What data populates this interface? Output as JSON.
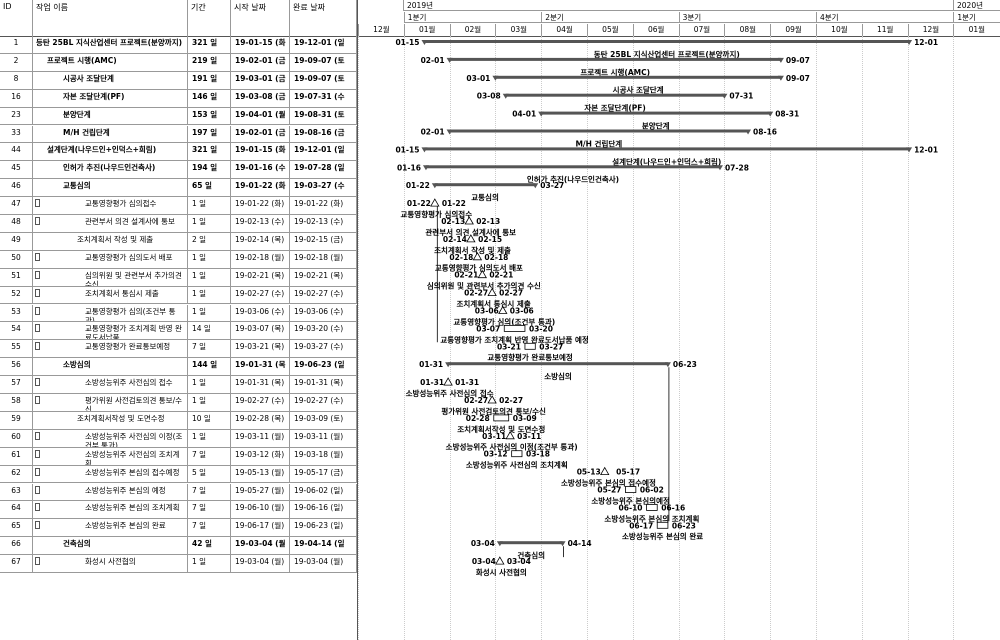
{
  "header": {
    "col_id": "ID",
    "col_name": "작업 이름",
    "col_duration": "기간",
    "col_start": "시작 날짜",
    "col_end": "완료 날짜"
  },
  "timescale": {
    "years": [
      "2019년",
      "2020년"
    ],
    "quarters": [
      "1분기",
      "2분기",
      "3분기",
      "4분기",
      "1분기"
    ],
    "months": [
      "12월",
      "01월",
      "02월",
      "03월",
      "04월",
      "05월",
      "06월",
      "07월",
      "08월",
      "09월",
      "10월",
      "11월",
      "12월",
      "01월"
    ]
  },
  "rows": [
    {
      "id": "1",
      "name": "등탄 25BL 지식산업센터 프로젝트(분양까지)",
      "dur": "321 일",
      "start": "19-01-15 (화",
      "end": "19-12-01 (일",
      "bold": true,
      "indent": 0,
      "note": false,
      "bar": {
        "type": "summary",
        "s": "2019-01-15",
        "e": "2019-12-01",
        "ls": "01-15",
        "le": "12-01",
        "label": "동탄 25BL 지식산업센터 프로젝트(분양까지)"
      }
    },
    {
      "id": "2",
      "name": "프로젝트 시행(AMC)",
      "dur": "219 일",
      "start": "19-02-01 (금",
      "end": "19-09-07 (토",
      "bold": true,
      "indent": 1,
      "note": false,
      "bar": {
        "type": "summary",
        "s": "2019-02-01",
        "e": "2019-09-07",
        "ls": "02-01",
        "le": "09-07",
        "label": "프로젝트 시행(AMC)"
      }
    },
    {
      "id": "8",
      "name": "시공사 조달단계",
      "dur": "191 일",
      "start": "19-03-01 (금",
      "end": "19-09-07 (토",
      "bold": true,
      "indent": 2,
      "note": false,
      "bar": {
        "type": "summary",
        "s": "2019-03-01",
        "e": "2019-09-07",
        "ls": "03-01",
        "le": "09-07",
        "label": "시공사 조달단계"
      }
    },
    {
      "id": "16",
      "name": "자본 조달단계(PF)",
      "dur": "146 일",
      "start": "19-03-08 (금",
      "end": "19-07-31 (수",
      "bold": true,
      "indent": 2,
      "note": false,
      "bar": {
        "type": "summary",
        "s": "2019-03-08",
        "e": "2019-07-31",
        "ls": "03-08",
        "le": "07-31",
        "label": "자본 조달단계(PF)"
      }
    },
    {
      "id": "23",
      "name": "분양단계",
      "dur": "153 일",
      "start": "19-04-01 (월",
      "end": "19-08-31 (토",
      "bold": true,
      "indent": 2,
      "note": false,
      "bar": {
        "type": "summary",
        "s": "2019-04-01",
        "e": "2019-08-31",
        "ls": "04-01",
        "le": "08-31",
        "label": "분양단계"
      }
    },
    {
      "id": "33",
      "name": "M/H 건립단계",
      "dur": "197 일",
      "start": "19-02-01 (금",
      "end": "19-08-16 (금",
      "bold": true,
      "indent": 2,
      "note": false,
      "bar": {
        "type": "summary",
        "s": "2019-02-01",
        "e": "2019-08-16",
        "ls": "02-01",
        "le": "08-16",
        "label": "M/H 건립단계"
      }
    },
    {
      "id": "44",
      "name": "설계단계(나우드인+인덕스+희림)",
      "dur": "321 일",
      "start": "19-01-15 (화",
      "end": "19-12-01 (일",
      "bold": true,
      "indent": 1,
      "note": false,
      "bar": {
        "type": "summary",
        "s": "2019-01-15",
        "e": "2019-12-01",
        "ls": "01-15",
        "le": "12-01",
        "label": "설계단계(나우드인+인덕스+희림)"
      }
    },
    {
      "id": "45",
      "name": "인허가 추진(나우드인건축사)",
      "dur": "194 일",
      "start": "19-01-16 (수",
      "end": "19-07-28 (일",
      "bold": true,
      "indent": 2,
      "note": false,
      "bar": {
        "type": "summary",
        "s": "2019-01-16",
        "e": "2019-07-28",
        "ls": "01-16",
        "le": "07-28",
        "label": "인허가 추진(나우드인건축사)"
      }
    },
    {
      "id": "46",
      "name": "교통심의",
      "dur": "65 일",
      "start": "19-01-22 (화",
      "end": "19-03-27 (수",
      "bold": true,
      "indent": 3,
      "note": false,
      "bar": {
        "type": "summary",
        "s": "2019-01-22",
        "e": "2019-03-27",
        "ls": "01-22",
        "le": "03-27",
        "label": "교통심의"
      }
    },
    {
      "id": "47",
      "name": "교통영향평가 심의접수",
      "dur": "1 일",
      "start": "19-01-22 (화)",
      "end": "19-01-22 (화)",
      "bold": false,
      "indent": 4,
      "note": true,
      "bar": {
        "type": "task",
        "s": "2019-01-22",
        "e": "2019-01-22",
        "ls": "01-22",
        "le": "01-22",
        "label": "교통영향평가 심의접수"
      }
    },
    {
      "id": "48",
      "name": "관련부서 의견 설계사에 통보",
      "dur": "1 일",
      "start": "19-02-13 (수)",
      "end": "19-02-13 (수)",
      "bold": false,
      "indent": 4,
      "note": true,
      "bar": {
        "type": "task",
        "s": "2019-02-13",
        "e": "2019-02-13",
        "ls": "02-13",
        "le": "02-13",
        "label": "관련부서 의견 설계사에 통보"
      }
    },
    {
      "id": "49",
      "name": "조치계획서 작성 및 제출",
      "dur": "2 일",
      "start": "19-02-14 (목)",
      "end": "19-02-15 (금)",
      "bold": false,
      "indent": 4,
      "note": false,
      "bar": {
        "type": "task",
        "s": "2019-02-14",
        "e": "2019-02-15",
        "ls": "02-14",
        "le": "02-15",
        "label": "조치계획서 작성 및 제출"
      }
    },
    {
      "id": "50",
      "name": "교통영향평가 심의도서 배포",
      "dur": "1 일",
      "start": "19-02-18 (월)",
      "end": "19-02-18 (월)",
      "bold": false,
      "indent": 4,
      "note": true,
      "bar": {
        "type": "task",
        "s": "2019-02-18",
        "e": "2019-02-18",
        "ls": "02-18",
        "le": "02-18",
        "label": "교통영향평가 심의도서 배포"
      }
    },
    {
      "id": "51",
      "name": "심의위원 및 관련부서 추가의견 수신",
      "dur": "1 일",
      "start": "19-02-21 (목)",
      "end": "19-02-21 (목)",
      "bold": false,
      "indent": 4,
      "note": true,
      "bar": {
        "type": "task",
        "s": "2019-02-21",
        "e": "2019-02-21",
        "ls": "02-21",
        "le": "02-21",
        "label": "심의위원 및 관련부서 추가의견 수신"
      }
    },
    {
      "id": "52",
      "name": "조치계획서 통심시 제출",
      "dur": "1 일",
      "start": "19-02-27 (수)",
      "end": "19-02-27 (수)",
      "bold": false,
      "indent": 4,
      "note": true,
      "bar": {
        "type": "task",
        "s": "2019-02-27",
        "e": "2019-02-27",
        "ls": "02-27",
        "le": "02-27",
        "label": "조치계획서 통심시 제출"
      }
    },
    {
      "id": "53",
      "name": "교통영향평가 심의(조건부 통과)",
      "dur": "1 일",
      "start": "19-03-06 (수)",
      "end": "19-03-06 (수)",
      "bold": false,
      "indent": 4,
      "note": true,
      "bar": {
        "type": "task",
        "s": "2019-03-06",
        "e": "2019-03-06",
        "ls": "03-06",
        "le": "03-06",
        "label": "교통영향평가 심의(조건부 통과)"
      }
    },
    {
      "id": "54",
      "name": "교통영향평가 조치계획 반영 완료도서납품",
      "dur": "14 일",
      "start": "19-03-07 (목)",
      "end": "19-03-20 (수)",
      "bold": false,
      "indent": 4,
      "note": true,
      "bar": {
        "type": "task",
        "s": "2019-03-07",
        "e": "2019-03-20",
        "ls": "03-07",
        "le": "03-20",
        "label": "교통영향평가 조치계획 반영 완료도서납품 예정"
      }
    },
    {
      "id": "55",
      "name": "교통영향평가 완료통보예정",
      "dur": "7 일",
      "start": "19-03-21 (목)",
      "end": "19-03-27 (수)",
      "bold": false,
      "indent": 4,
      "note": true,
      "bar": {
        "type": "task",
        "s": "2019-03-21",
        "e": "2019-03-27",
        "ls": "03-21",
        "le": "03-27",
        "label": "교통영향평가 완료통보예정"
      }
    },
    {
      "id": "56",
      "name": "소방심의",
      "dur": "144 일",
      "start": "19-01-31 (목",
      "end": "19-06-23 (일",
      "bold": true,
      "indent": 3,
      "note": false,
      "bar": {
        "type": "summary",
        "s": "2019-01-31",
        "e": "2019-06-23",
        "ls": "01-31",
        "le": "06-23",
        "label": "소방심의"
      }
    },
    {
      "id": "57",
      "name": "소방성능위주 사전심의 접수",
      "dur": "1 일",
      "start": "19-01-31 (목)",
      "end": "19-01-31 (목)",
      "bold": false,
      "indent": 4,
      "note": true,
      "bar": {
        "type": "task",
        "s": "2019-01-31",
        "e": "2019-01-31",
        "ls": "01-31",
        "le": "01-31",
        "label": "소방성능위주 사전심의 접수"
      }
    },
    {
      "id": "58",
      "name": "평가위원 사전검토의견 통보/수신",
      "dur": "1 일",
      "start": "19-02-27 (수)",
      "end": "19-02-27 (수)",
      "bold": false,
      "indent": 4,
      "note": true,
      "bar": {
        "type": "task",
        "s": "2019-02-27",
        "e": "2019-02-27",
        "ls": "02-27",
        "le": "02-27",
        "label": "평가위원 사전검토의견 통보/수신"
      }
    },
    {
      "id": "59",
      "name": "조치계획서작성 및 도면수정",
      "dur": "10 일",
      "start": "19-02-28 (목)",
      "end": "19-03-09 (토)",
      "bold": false,
      "indent": 4,
      "note": false,
      "bar": {
        "type": "task",
        "s": "2019-02-28",
        "e": "2019-03-09",
        "ls": "02-28",
        "le": "03-09",
        "label": "조치계획서작성 및 도면수정"
      }
    },
    {
      "id": "60",
      "name": "소방성능위주 사전심의 이정(조건부 통과)",
      "dur": "1 일",
      "start": "19-03-11 (월)",
      "end": "19-03-11 (월)",
      "bold": false,
      "indent": 4,
      "note": true,
      "bar": {
        "type": "task",
        "s": "2019-03-11",
        "e": "2019-03-11",
        "ls": "03-11",
        "le": "03-11",
        "label": "소방성능위주 사전심의 이정(조건부 통과)"
      }
    },
    {
      "id": "61",
      "name": "소방성능위주 사전심의 조치계획",
      "dur": "7 일",
      "start": "19-03-12 (화)",
      "end": "19-03-18 (월)",
      "bold": false,
      "indent": 4,
      "note": true,
      "bar": {
        "type": "task",
        "s": "2019-03-12",
        "e": "2019-03-18",
        "ls": "03-12",
        "le": "03-18",
        "label": "소방성능위주 사전심의 조치계획"
      }
    },
    {
      "id": "62",
      "name": "소방성능위주 본심의 접수예정",
      "dur": "5 일",
      "start": "19-05-13 (월)",
      "end": "19-05-17 (금)",
      "bold": false,
      "indent": 4,
      "note": true,
      "bar": {
        "type": "task",
        "s": "2019-05-13",
        "e": "2019-05-17",
        "ls": "05-13",
        "le": "05-17",
        "label": "소방성능위주 본심의 접수예정"
      }
    },
    {
      "id": "63",
      "name": "소방성능위주 본심의 예정",
      "dur": "7 일",
      "start": "19-05-27 (월)",
      "end": "19-06-02 (일)",
      "bold": false,
      "indent": 4,
      "note": true,
      "bar": {
        "type": "task",
        "s": "2019-05-27",
        "e": "2019-06-02",
        "ls": "05-27",
        "le": "06-02",
        "label": "소방성능위주 본심의예정"
      }
    },
    {
      "id": "64",
      "name": "소방성능위주 본심의 조치계획",
      "dur": "7 일",
      "start": "19-06-10 (월)",
      "end": "19-06-16 (일)",
      "bold": false,
      "indent": 4,
      "note": true,
      "bar": {
        "type": "task",
        "s": "2019-06-10",
        "e": "2019-06-16",
        "ls": "06-10",
        "le": "06-16",
        "label": "소방성능위주 본심의 조치계획"
      }
    },
    {
      "id": "65",
      "name": "소방성능위주 본심의 완료",
      "dur": "7 일",
      "start": "19-06-17 (월)",
      "end": "19-06-23 (일)",
      "bold": false,
      "indent": 4,
      "note": true,
      "bar": {
        "type": "task",
        "s": "2019-06-17",
        "e": "2019-06-23",
        "ls": "06-17",
        "le": "06-23",
        "label": "소방성능위주 본심의 완료"
      }
    },
    {
      "id": "66",
      "name": "건축심의",
      "dur": "42 일",
      "start": "19-03-04 (월",
      "end": "19-04-14 (일",
      "bold": true,
      "indent": 3,
      "note": false,
      "bar": {
        "type": "summary",
        "s": "2019-03-04",
        "e": "2019-04-14",
        "ls": "03-04",
        "le": "04-14",
        "label": "건축심의"
      }
    },
    {
      "id": "67",
      "name": "화성시 사전협의",
      "dur": "1 일",
      "start": "19-03-04 (월)",
      "end": "19-03-04 (월)",
      "bold": false,
      "indent": 4,
      "note": true,
      "bar": {
        "type": "task",
        "s": "2019-03-04",
        "e": "2019-03-04",
        "ls": "03-04",
        "le": "03-04",
        "label": "화성시 사전협의"
      }
    }
  ],
  "colors": {
    "bar": "#555555",
    "grid": "#999999",
    "line": "#000000"
  }
}
